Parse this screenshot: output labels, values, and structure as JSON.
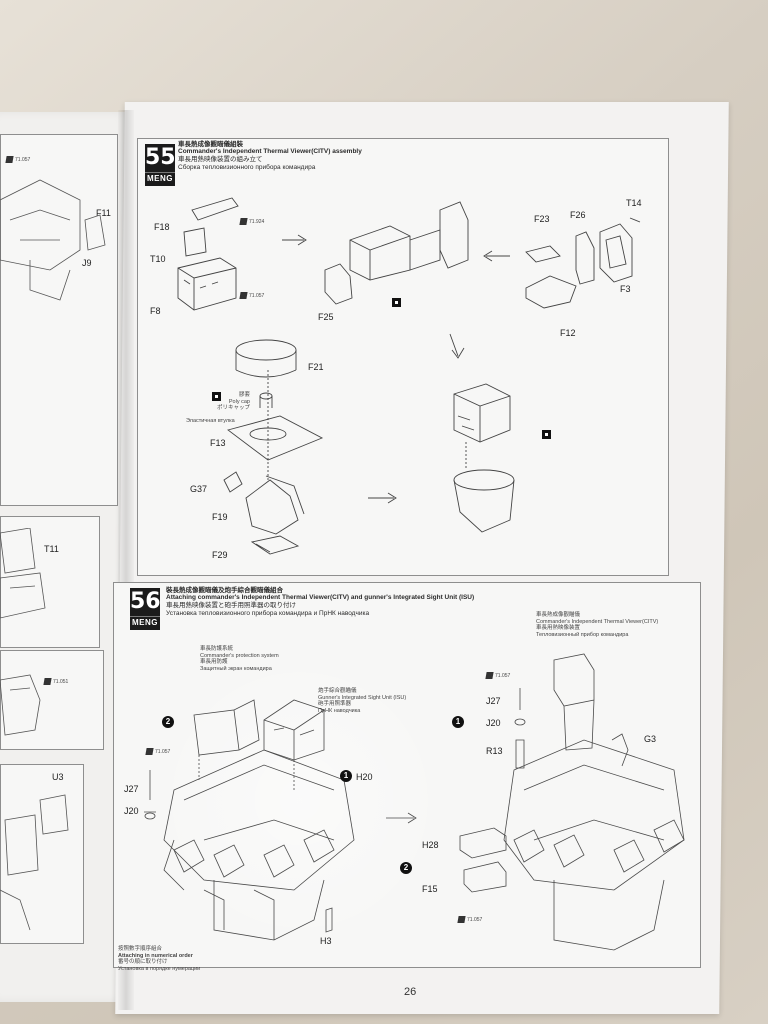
{
  "page_number": "26",
  "step55": {
    "number": "55",
    "brand": "MENG",
    "title_zh": "車長熱成像觀瞄儀組裝",
    "title_en": "Commander's Independent Thermal Viewer(CITV) assembly",
    "title_ja": "車長用熱映像装置の組み立て",
    "title_ru": "Сборка тепловизионного прибора командира",
    "parts": {
      "f11": "F11",
      "j9": "J9",
      "f18": "F18",
      "t10": "T10",
      "f8": "F8",
      "f23": "F23",
      "f26": "F26",
      "t14": "T14",
      "f3": "F3",
      "f12": "F12",
      "f25": "F25",
      "f21": "F21",
      "f13": "F13",
      "g37": "G37",
      "f19": "F19",
      "f29": "F29"
    },
    "refs": {
      "r1": "71.924",
      "r2": "71.057"
    },
    "poly_cap": {
      "zh": "膠套",
      "en": "Poly cap",
      "ja": "ポリキャップ",
      "ru": "Эластичная втулка"
    }
  },
  "step56": {
    "number": "56",
    "brand": "MENG",
    "title_zh": "裝長熱成像觀瞄儀及炮手綜合觀瞄儀組合",
    "title_en": "Attaching commander's Independent Thermal Viewer(CITV) and gunner's Integrated Sight Unit (ISU)",
    "title_ja": "車長用熱映像装置と砲手用照準器の取り付け",
    "title_ru": "Установка тепловизионного прибора командира и ПрНК наводчика",
    "commander_protection": {
      "zh": "車長防護系統",
      "en": "Commander's protection system",
      "ja": "車長用防護",
      "ru": "Защитный экран командира"
    },
    "gunner_sight": {
      "zh": "炮手綜合觀瞄儀",
      "en": "Gunner's Integrated Sight Unit (ISU)",
      "ja": "砲手用照準器",
      "ru": "ПрНК наводчика"
    },
    "citv_label": {
      "zh": "車長熱成像觀瞄儀",
      "en": "Commander's Independent Thermal Viewer(CITV)",
      "ja": "車長用熱映像装置",
      "ru": "Тепловизионный прибор командира"
    },
    "parts": {
      "h20": "H20",
      "j27": "J27",
      "j20": "J20",
      "h3": "H3",
      "j27b": "J27",
      "j20b": "J20",
      "r13": "R13",
      "g3": "G3",
      "h28": "H28",
      "f15": "F15"
    },
    "refs": {
      "r1": "71.057",
      "r2": "71.057",
      "r3": "71.057"
    },
    "circles": [
      "1",
      "2"
    ],
    "footer": {
      "zh": "按照數字順序組合",
      "en": "Attaching in numerical order",
      "ja": "番号の順に取り付け",
      "ru": "Установка в порядке нумерации"
    }
  },
  "left_page": {
    "refs": {
      "r1": "71.057",
      "r2": "71.051"
    },
    "parts": {
      "t11": "T11",
      "u3": "U3"
    }
  }
}
